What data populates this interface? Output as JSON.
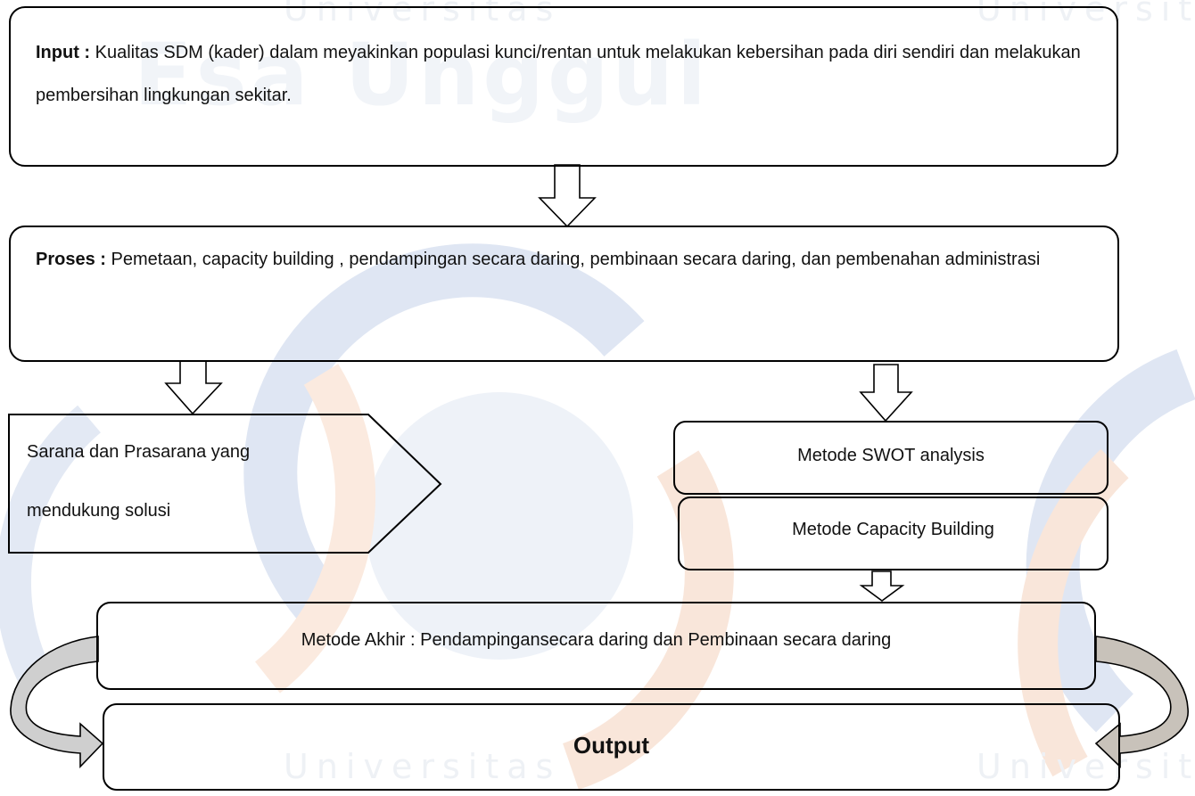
{
  "watermark": {
    "university_word": "Universitas",
    "brand": "Esa Unggul"
  },
  "input_box": {
    "label": "Input :",
    "text": "Kualitas SDM (kader) dalam meyakinkan populasi kunci/rentan untuk melakukan kebersihan pada diri sendiri dan melakukan pembersihan lingkungan sekitar."
  },
  "process_box": {
    "label": "Proses :",
    "text": "Pemetaan, capacity building , pendampingan secara daring, pembinaan secara daring, dan pembenahan administrasi"
  },
  "facility_box": {
    "line1": "Sarana dan Prasarana yang",
    "line2": "mendukung solusi"
  },
  "method_swot": "Metode SWOT analysis",
  "method_capacity": "Metode Capacity Building",
  "final_method": "Metode Akhir : Pendampingansecara daring dan Pembinaan secara daring",
  "output": "Output",
  "colors": {
    "stroke": "#000000",
    "watermark_blue": "#d6dff0",
    "watermark_orange": "#f7dfcf",
    "curved_arrow_fill": "#cfcfcf"
  }
}
